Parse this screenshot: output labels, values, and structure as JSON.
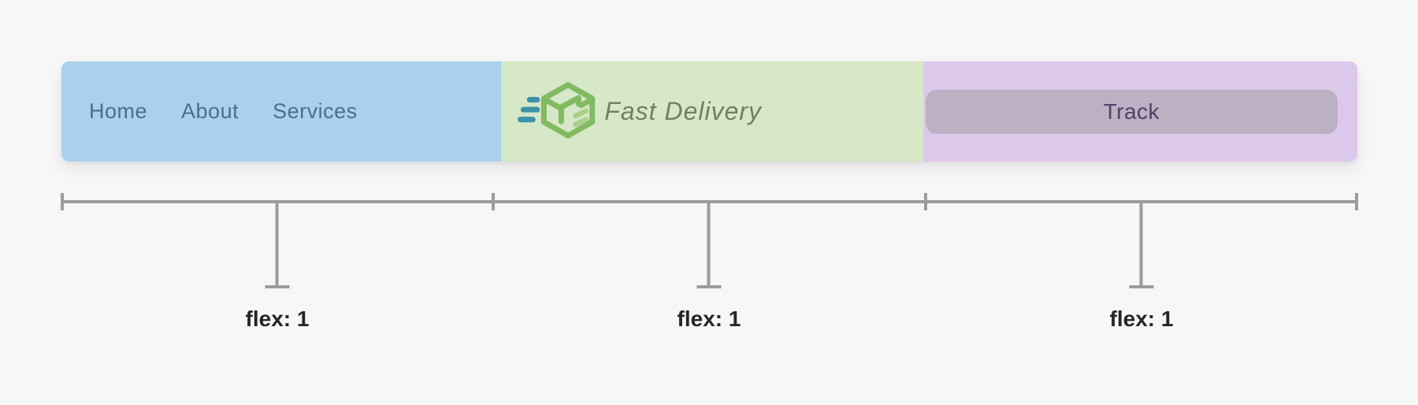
{
  "navbar": {
    "sections": [
      {
        "name": "nav-links",
        "flex": "1",
        "background": "#a9d1ec",
        "links": [
          {
            "label": "Home"
          },
          {
            "label": "About"
          },
          {
            "label": "Services"
          }
        ]
      },
      {
        "name": "brand",
        "flex": "1",
        "background": "#d6e8c7",
        "logo_icon": "delivery-box-with-speed-lines-icon",
        "brand_name": "Fast Delivery"
      },
      {
        "name": "track",
        "flex": "1",
        "background": "#dcc8ea",
        "button_label": "Track",
        "button_background": "#bcb0c3"
      }
    ]
  },
  "annotations": {
    "columns": [
      {
        "label": "flex: 1"
      },
      {
        "label": "flex: 1"
      },
      {
        "label": "flex: 1"
      }
    ]
  },
  "colors": {
    "page_background": "#f7f7f8",
    "nav_link_text": "#4b6e8a",
    "brand_text": "#6f8160",
    "logo_green": "#82ba62",
    "logo_light_green": "#a9d189",
    "logo_speed_lines_teal": "#3d93a8",
    "track_button_text": "#563e68",
    "ruler_gray": "#9c9c9c",
    "annotation_text": "#262626"
  }
}
